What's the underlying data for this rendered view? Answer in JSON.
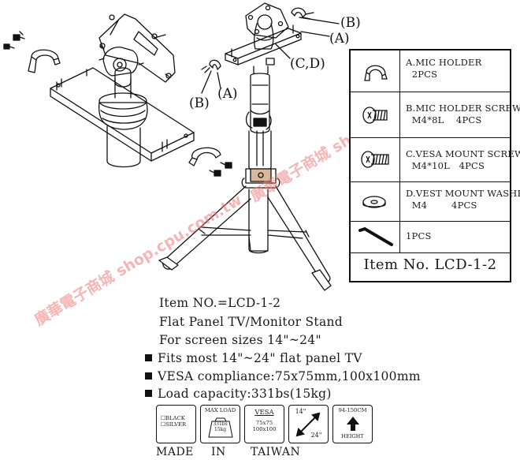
{
  "callouts": {
    "b_top": "(B)",
    "a_top": "(A)",
    "cd": "(C,D)",
    "b_left": "(B)",
    "a_left": "(A)"
  },
  "parts": [
    {
      "icon": "mic-holder-icon",
      "lines": [
        "A.MIC HOLDER",
        "  2PCS"
      ]
    },
    {
      "icon": "mic-holder-screw-icon",
      "lines": [
        "B.MIC HOLDER SCREW",
        "  M4*8L    4PCS"
      ]
    },
    {
      "icon": "vesa-mount-screw-icon",
      "lines": [
        "C.VESA MOUNT SCREW",
        "  M4*10L   4PCS"
      ]
    },
    {
      "icon": "washer-icon",
      "lines": [
        "D.VEST MOUNT WASHER",
        "  M4        4PCS"
      ]
    },
    {
      "icon": "hex-key-icon",
      "lines": [
        "1PCS"
      ]
    }
  ],
  "item_box": "Item No.  LCD-1-2",
  "specs": {
    "item_no": "Item NO.=LCD-1-2",
    "line1": "Flat Panel TV/Monitor Stand",
    "line2": "For screen sizes 14\"~24\"",
    "bullets": [
      "Fits most 14\"~24\" flat panel TV",
      "VESA compliance:75x75mm,100x100mm",
      "Load capacity:331bs(15kg)"
    ]
  },
  "badges": {
    "color": [
      "BLACK",
      "SILVER"
    ],
    "max_load": {
      "title": "MAX LOAD",
      "value": "331bs",
      "value2": "15kg"
    },
    "vesa": {
      "title": "VESA",
      "line1": "75x75",
      "line2": "100x100"
    },
    "size": {
      "top": "14\"",
      "bottom": "24\""
    },
    "height": {
      "title": "94-150CM",
      "label": "HEIGHT"
    }
  },
  "made_in": [
    "MADE",
    "IN",
    "TAIWAN"
  ],
  "watermark": "廣華電子商城 shop.cpu.com.tw",
  "colors": {
    "ink": "#111111",
    "watermark": "#e87878"
  }
}
